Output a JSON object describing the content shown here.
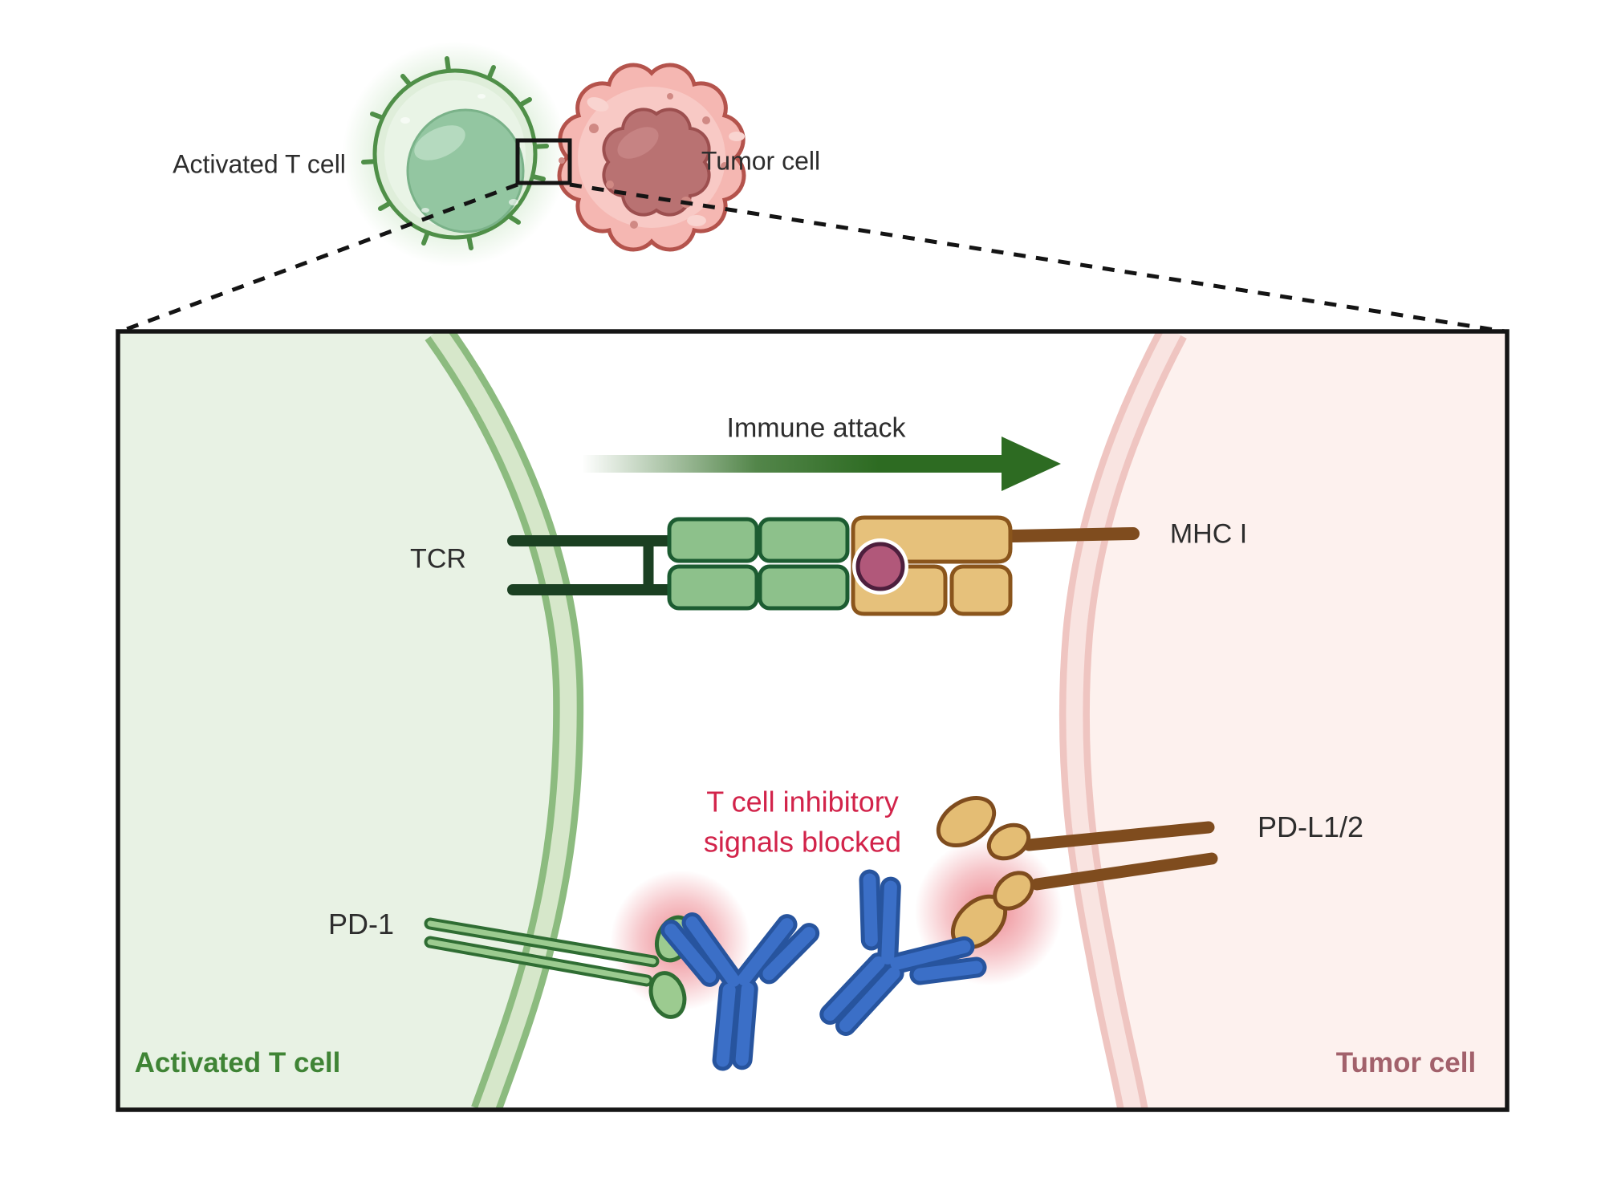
{
  "overview": {
    "t_cell_label": "Activated T cell",
    "tumor_cell_label": "Tumor cell"
  },
  "inset": {
    "arrow_label": "Immune attack",
    "tcr_label": "TCR",
    "mhc_label": "MHC I",
    "blocked_label_line1": "T cell inhibitory",
    "blocked_label_line2": "signals blocked",
    "pd1_label": "PD-1",
    "pdl_label": "PD-L1/2",
    "t_cell_label": "Activated T cell",
    "tumor_cell_label": "Tumor cell"
  },
  "colors": {
    "t_cell_green_text": "#3f8435",
    "tumor_maroon_text": "#a2616b",
    "blocked_red_text": "#d2234a",
    "arrow_green": "#2d6b22",
    "antibody_blue": "#3b6fc7",
    "membrane_green": "#8cbb7f",
    "membrane_pink": "#efc5c1",
    "mhc_tan": "#e6c17b",
    "receptor_brown": "#7f4c1e",
    "peptide_plum": "#b1587a",
    "tcr_dark_green": "#1b4022",
    "pd1_green": "#9ccb90",
    "glow_red": "#e2404d"
  }
}
